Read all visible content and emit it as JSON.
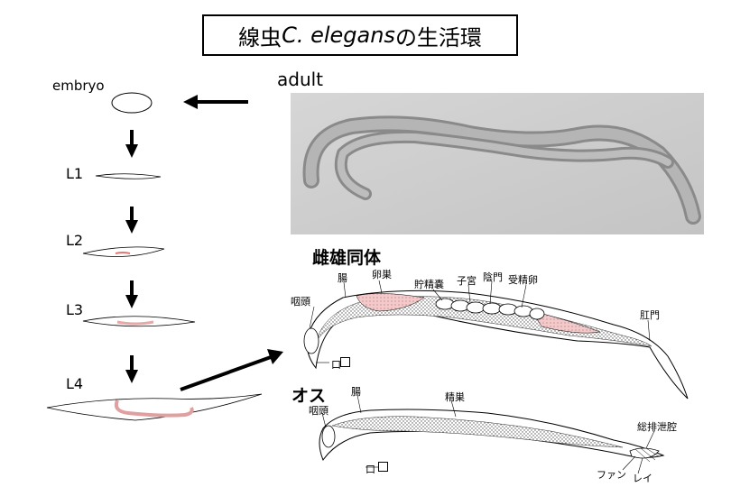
{
  "title": {
    "prefix": "線虫",
    "species": "C. elegans",
    "suffix": " の生活環"
  },
  "stages": {
    "embryo": "embryo",
    "l1": "L1",
    "l2": "L2",
    "l3": "L3",
    "l4": "L4",
    "adult": "adult"
  },
  "hermaphrodite": {
    "heading": "雌雄同体",
    "labels": {
      "intestine": "腸",
      "ovary": "卵巣",
      "spermatheca": "貯精嚢",
      "uterus": "子宮",
      "vulva": "陰門",
      "fertilized_egg": "受精卵",
      "pharynx": "咽頭",
      "anus": "肛門",
      "mouth": "口"
    }
  },
  "male": {
    "heading": "オス",
    "labels": {
      "intestine": "腸",
      "testis": "精巣",
      "pharynx": "咽頭",
      "cloaca": "総排泄腔",
      "fan": "ファン",
      "ray": "レイ",
      "mouth": "口"
    }
  },
  "colors": {
    "border": "#000000",
    "photo_bg": "#cfcfcf",
    "gonad_pink": "#f3c9c9",
    "stipple": "#d8d8d8"
  }
}
